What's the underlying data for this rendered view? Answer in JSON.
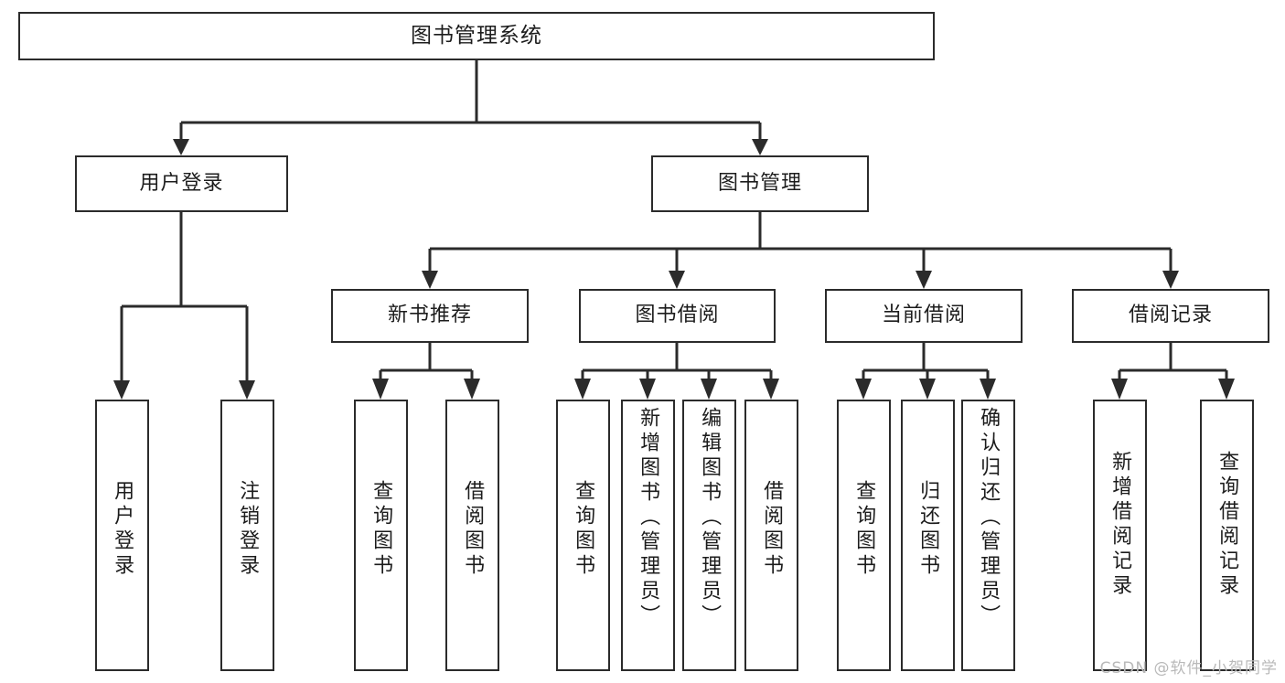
{
  "diagram": {
    "title": "图书管理系统",
    "type": "tree-hierarchy",
    "watermark": "CSDN @软件_小贺同学",
    "colors": {
      "stroke": "#2b2b2b",
      "fill": "#ffffff",
      "text": "#1c1c1c",
      "watermark": "#b9b9b9"
    },
    "levels": {
      "root": "图书管理系统",
      "level2": [
        "用户登录",
        "图书管理"
      ],
      "level3": [
        "新书推荐",
        "图书借阅",
        "当前借阅",
        "借阅记录"
      ]
    },
    "nodes": {
      "root": "图书管理系统",
      "user_login": "用户登录",
      "book_manage": "图书管理",
      "new_book_rec": "新书推荐",
      "book_borrow": "图书借阅",
      "current_borrow": "当前借阅",
      "borrow_record": "借阅记录",
      "leaf_user_login": "用户登录",
      "leaf_logout": "注销登录",
      "leaf_query_book_a": "查询图书",
      "leaf_borrow_book_a": "借阅图书",
      "leaf_query_book_b": "查询图书",
      "leaf_add_book": "新增图书（管理员）",
      "leaf_edit_book": "编辑图书（管理员）",
      "leaf_borrow_book_b": "借阅图书",
      "leaf_query_book_c": "查询图书",
      "leaf_return_book": "归还图书",
      "leaf_confirm_return": "确认归还（管理员）",
      "leaf_add_record": "新增借阅记录",
      "leaf_query_record": "查询借阅记录"
    },
    "edges": [
      {
        "from": "图书管理系统",
        "to": "用户登录"
      },
      {
        "from": "图书管理系统",
        "to": "图书管理"
      },
      {
        "from": "用户登录",
        "to": "用户登录"
      },
      {
        "from": "用户登录",
        "to": "注销登录"
      },
      {
        "from": "图书管理",
        "to": "新书推荐"
      },
      {
        "from": "图书管理",
        "to": "图书借阅"
      },
      {
        "from": "图书管理",
        "to": "当前借阅"
      },
      {
        "from": "图书管理",
        "to": "借阅记录"
      },
      {
        "from": "新书推荐",
        "to": "查询图书"
      },
      {
        "from": "新书推荐",
        "to": "借阅图书"
      },
      {
        "from": "图书借阅",
        "to": "查询图书"
      },
      {
        "from": "图书借阅",
        "to": "新增图书（管理员）"
      },
      {
        "from": "图书借阅",
        "to": "编辑图书（管理员）"
      },
      {
        "from": "图书借阅",
        "to": "借阅图书"
      },
      {
        "from": "当前借阅",
        "to": "查询图书"
      },
      {
        "from": "当前借阅",
        "to": "归还图书"
      },
      {
        "from": "当前借阅",
        "to": "确认归还（管理员）"
      },
      {
        "from": "借阅记录",
        "to": "新增借阅记录"
      },
      {
        "from": "借阅记录",
        "to": "查询借阅记录"
      }
    ]
  }
}
